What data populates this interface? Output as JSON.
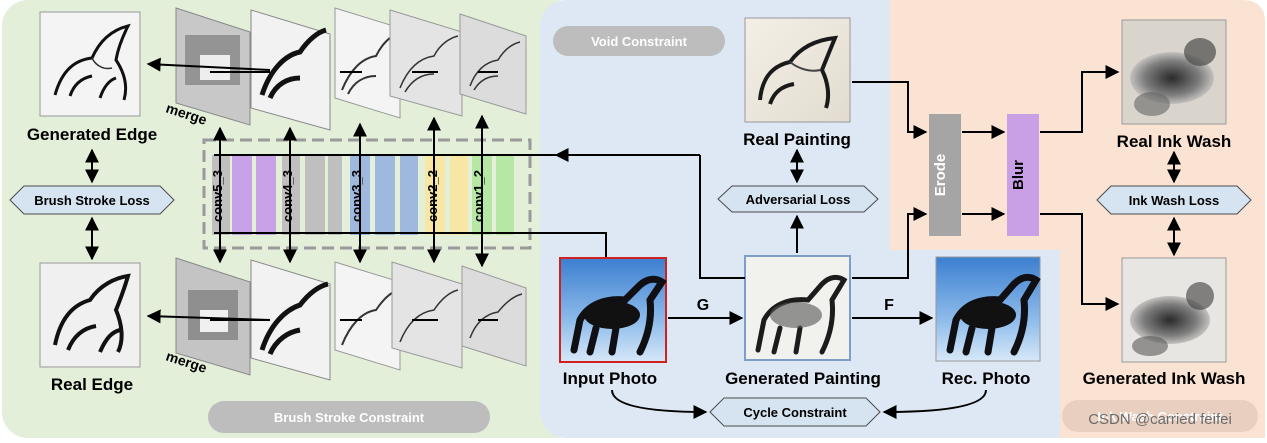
{
  "regions": {
    "brush_stroke": "Brush Stroke Constraint",
    "void": "Void Constraint",
    "ink_wash_region": "Ink Wash Constraint"
  },
  "labels": {
    "generated_edge": "Generated Edge",
    "real_edge": "Real Edge",
    "merge": "merge",
    "real_painting": "Real Painting",
    "input_photo": "Input Photo",
    "generated_painting": "Generated Painting",
    "rec_photo": "Rec. Photo",
    "real_ink_wash": "Real Ink Wash",
    "generated_ink_wash": "Generated Ink Wash",
    "g": "G",
    "f": "F",
    "erode": "Erode",
    "blur": "Blur"
  },
  "losses": {
    "brush_stroke_loss": "Brush Stroke Loss",
    "adversarial_loss": "Adversarial Loss",
    "ink_wash_loss": "Ink Wash Loss",
    "cycle_constraint": "Cycle Constraint"
  },
  "vgg_layers": [
    "conv5_3",
    "conv4_3",
    "conv3_3",
    "conv2_2",
    "conv1_2"
  ],
  "watermark": "CSDN @carried feifei",
  "colors": {
    "green_bg": "#E3EFD9",
    "blue_bg": "#DEE8F4",
    "orange_bg": "#FBE3D3",
    "pill": "#BDBDBD",
    "loss_box": "#D6E3F1",
    "erode": "#A5A5A5",
    "blur": "#C9A0E6",
    "red_border": "#D02020"
  }
}
